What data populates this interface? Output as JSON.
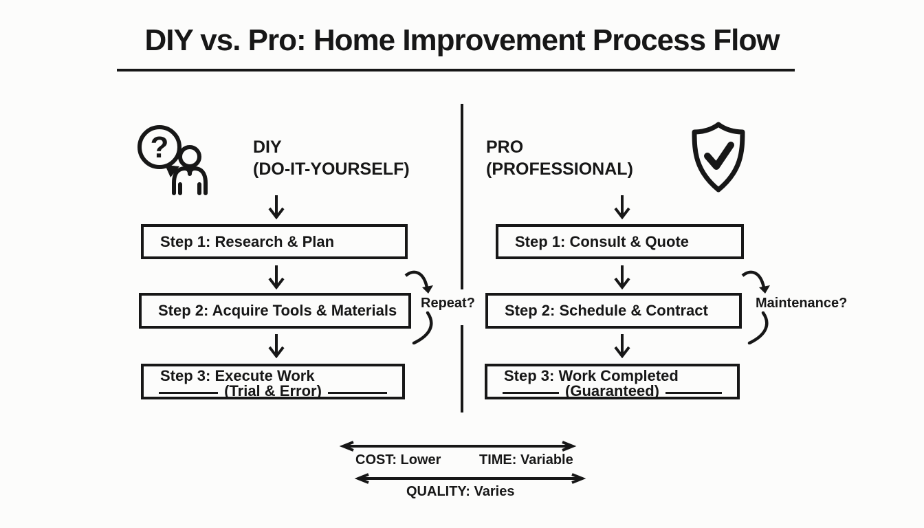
{
  "title": "DIY vs. Pro: Home Improvement Process Flow",
  "columns": {
    "diy": {
      "heading_line1": "DIY",
      "heading_line2": "(DO-IT-YOURSELF)",
      "icon": "person-question-icon",
      "icon_glyph": "?",
      "steps": [
        {
          "label": "Step 1: Research & Plan"
        },
        {
          "label": "Step 2: Acquire Tools & Materials"
        },
        {
          "label": "Step 3: Execute Work",
          "sublabel": "(Trial & Error)"
        }
      ],
      "loop_label": "Repeat?"
    },
    "pro": {
      "heading_line1": "PRO",
      "heading_line2": "(PROFESSIONAL)",
      "icon": "shield-check-icon",
      "steps": [
        {
          "label": "Step 1: Consult & Quote"
        },
        {
          "label": "Step 2: Schedule & Contract"
        },
        {
          "label": "Step 3: Work Completed",
          "sublabel": "(Guaranteed)"
        }
      ],
      "loop_label": "Maintenance?"
    }
  },
  "metrics": {
    "cost": "COST: Lower",
    "time": "TIME: Variable",
    "quality": "QUALITY: Varies"
  },
  "colors": {
    "ink": "#171717",
    "background": "#fcfcfb"
  }
}
